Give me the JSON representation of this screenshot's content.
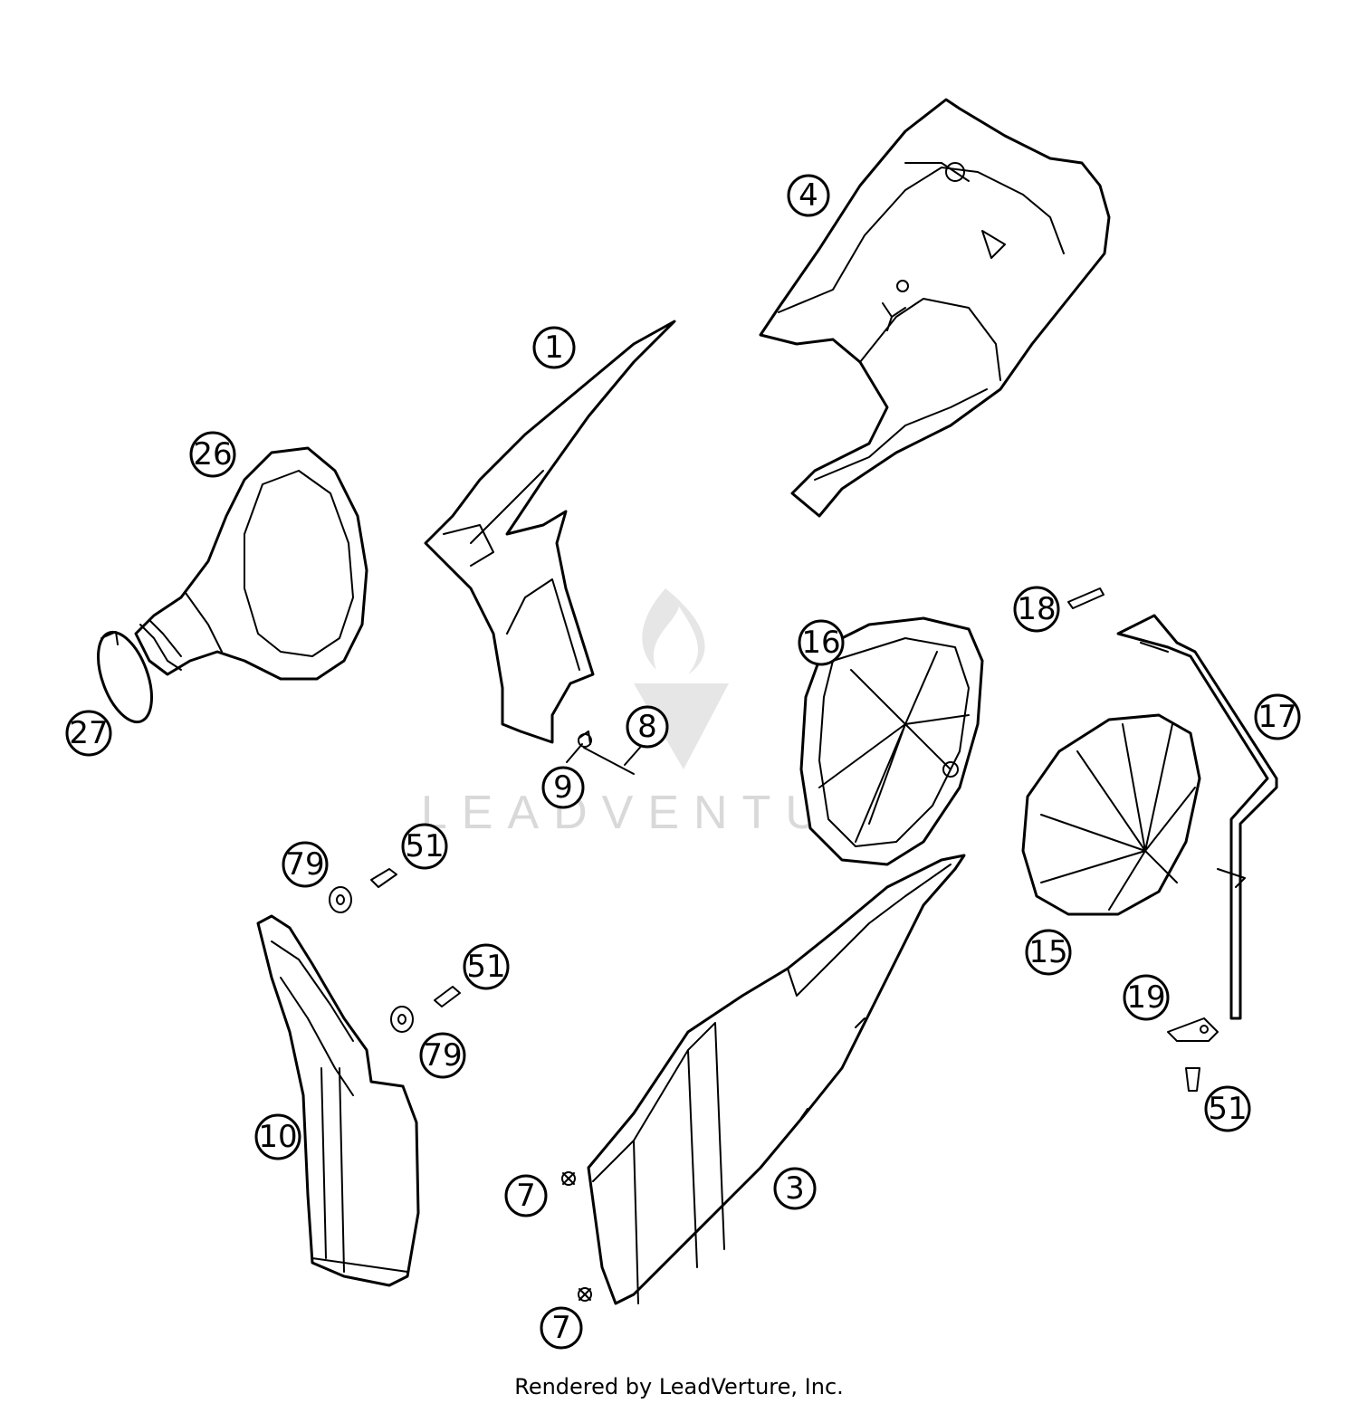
{
  "watermark": {
    "text": "LEADVENTURE",
    "logo_icon": "leadventure-flame-logo-icon"
  },
  "footer": {
    "text": "Rendered by LeadVerture, Inc."
  },
  "callouts": [
    {
      "id": "1",
      "label": "1"
    },
    {
      "id": "3",
      "label": "3"
    },
    {
      "id": "4",
      "label": "4"
    },
    {
      "id": "7a",
      "label": "7"
    },
    {
      "id": "7b",
      "label": "7"
    },
    {
      "id": "8",
      "label": "8"
    },
    {
      "id": "9",
      "label": "9"
    },
    {
      "id": "10",
      "label": "10"
    },
    {
      "id": "15",
      "label": "15"
    },
    {
      "id": "16",
      "label": "16"
    },
    {
      "id": "17",
      "label": "17"
    },
    {
      "id": "18",
      "label": "18"
    },
    {
      "id": "19",
      "label": "19"
    },
    {
      "id": "26",
      "label": "26"
    },
    {
      "id": "27",
      "label": "27"
    },
    {
      "id": "51a",
      "label": "51"
    },
    {
      "id": "51b",
      "label": "51"
    },
    {
      "id": "51c",
      "label": "51"
    },
    {
      "id": "79a",
      "label": "79"
    },
    {
      "id": "79b",
      "label": "79"
    }
  ]
}
